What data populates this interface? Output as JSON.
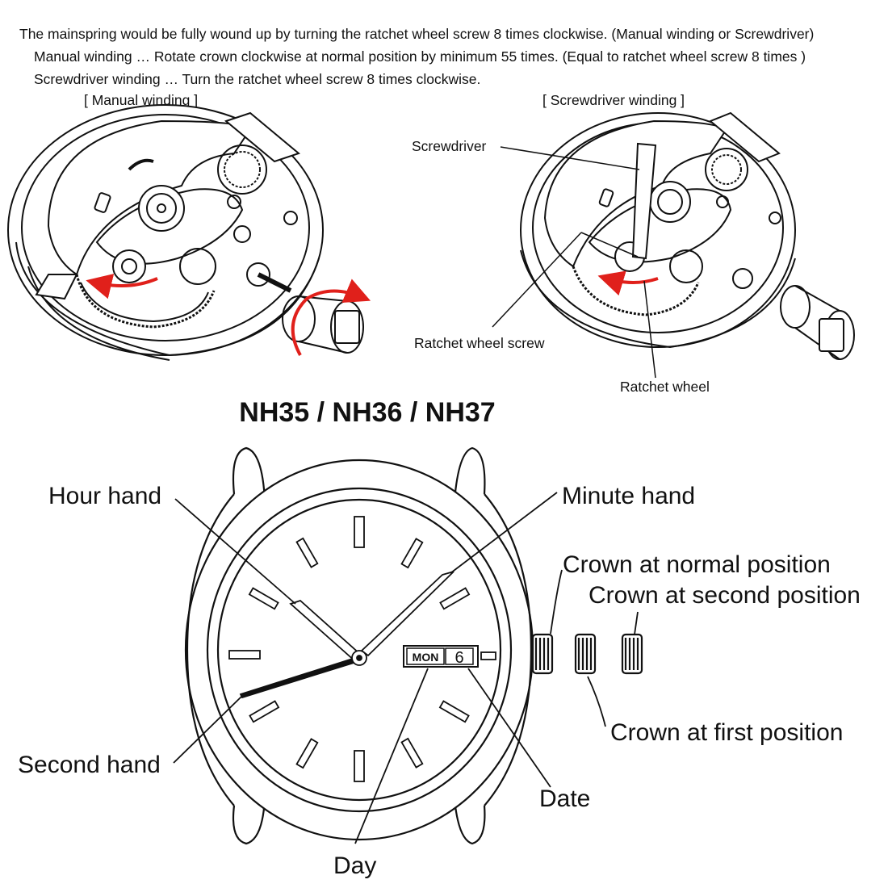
{
  "intro": {
    "line1": "The mainspring would be fully wound up by turning the ratchet wheel screw 8 times clockwise. (Manual winding or Screwdriver)",
    "line2": "Manual winding … Rotate crown clockwise at normal position by minimum 55 times. (Equal to ratchet wheel screw 8 times )",
    "line3": "Screwdriver winding … Turn the ratchet wheel screw 8 times clockwise."
  },
  "manual": {
    "title": "[ Manual winding ]"
  },
  "screwdriver": {
    "title": "[ Screwdriver winding ]",
    "label_screwdriver": "Screwdriver",
    "label_screw": "Ratchet wheel screw",
    "label_wheel": "Ratchet wheel"
  },
  "model_title": "NH35 / NH36 / NH37",
  "watch": {
    "hour_hand": "Hour hand",
    "minute_hand": "Minute hand",
    "second_hand": "Second hand",
    "crown_normal": "Crown at normal position",
    "crown_second": "Crown at second position",
    "crown_first": "Crown at first position",
    "date": "Date",
    "day": "Day",
    "day_window": "MON",
    "date_window": "6"
  },
  "colors": {
    "line": "#111111",
    "arrow": "#e0201b",
    "background": "#ffffff"
  }
}
